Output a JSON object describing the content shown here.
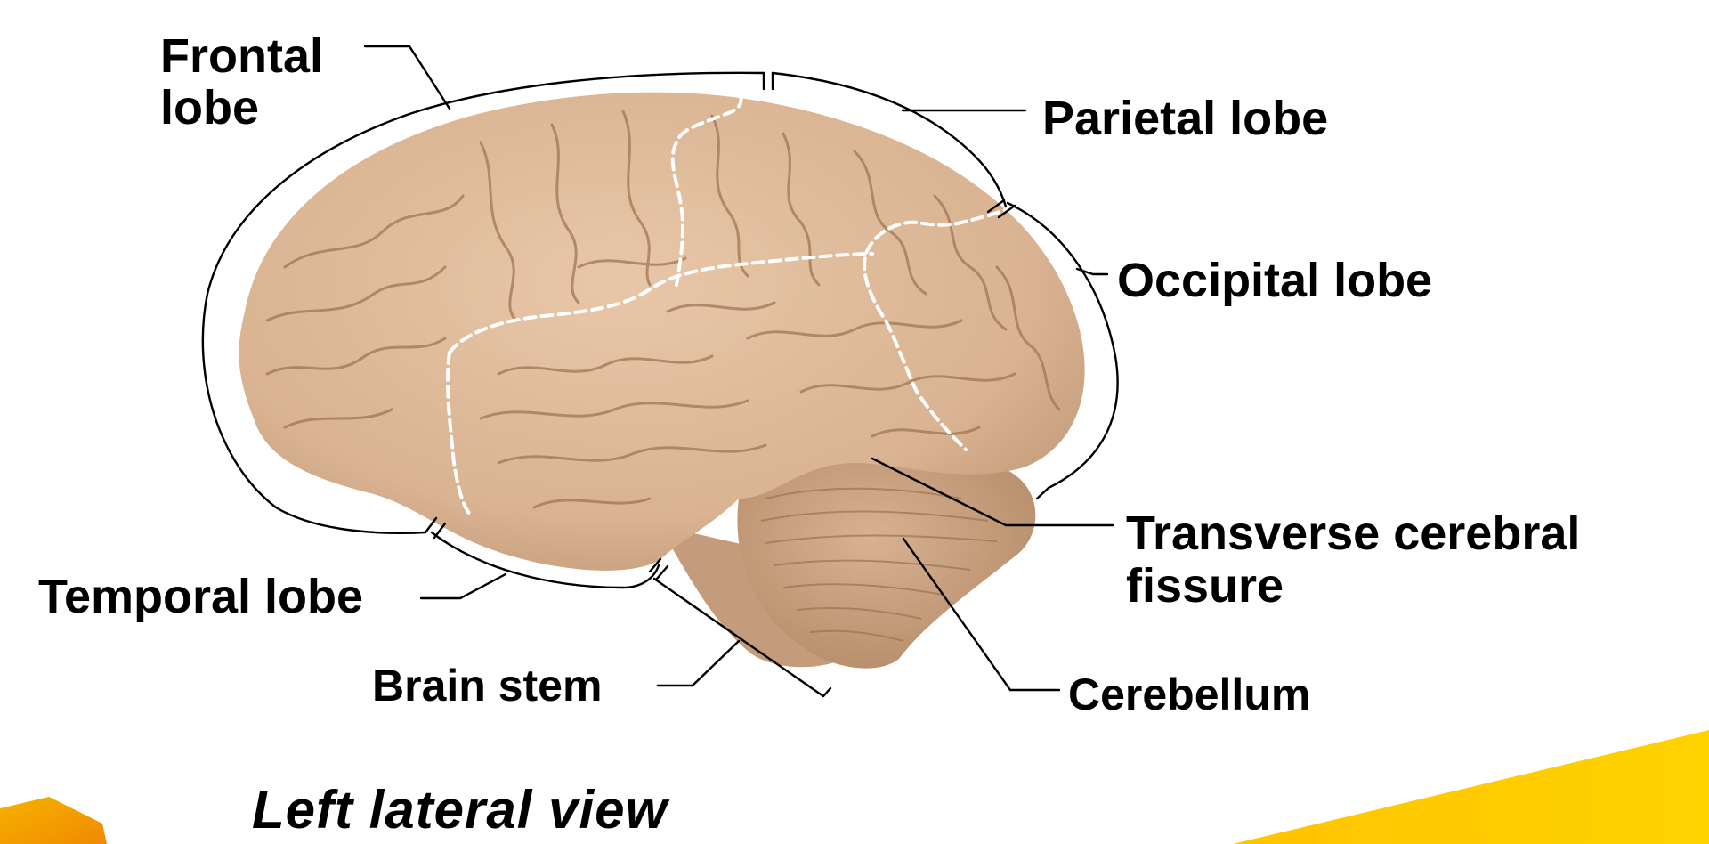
{
  "diagram": {
    "labels": {
      "frontal_lobe_line1": "Frontal",
      "frontal_lobe_line2": "lobe",
      "parietal_lobe": "Parietal lobe",
      "occipital_lobe": "Occipital lobe",
      "temporal_lobe": "Temporal lobe",
      "transverse_fissure_line1": "Transverse cerebral",
      "transverse_fissure_line2": "fissure",
      "brain_stem": "Brain stem",
      "cerebellum": "Cerebellum"
    },
    "caption": "Left lateral view",
    "colors": {
      "brain_surface": "#dcb798",
      "brain_shadow": "#b88f6d",
      "sulci": "#9e7556",
      "cerebellum": "#cfa584",
      "leader_lines": "#000000",
      "lobe_boundaries": "#ffffff",
      "accent_orange": "#f39a00",
      "accent_yellow": "#ffcc00"
    }
  }
}
